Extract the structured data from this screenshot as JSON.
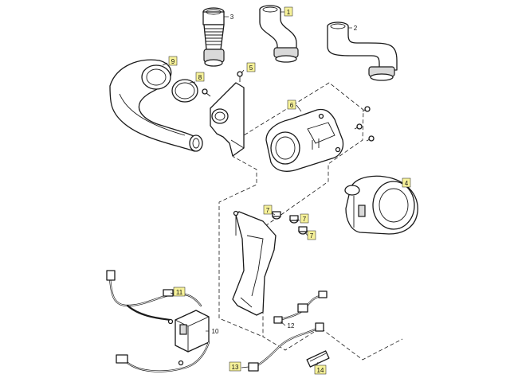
{
  "colors": {
    "background": "#ffffff",
    "line": "#1a1a1a",
    "highlight": "#f7f29a"
  },
  "callouts": {
    "c1": "1",
    "c2": "2",
    "c3": "3",
    "c4": "4",
    "c5": "5",
    "c6": "6",
    "c7a": "7",
    "c7b": "7",
    "c7c": "7",
    "c8": "8",
    "c9": "9",
    "c10": "10",
    "c11": "11",
    "c12": "12",
    "c13": "13",
    "c14": "14"
  }
}
